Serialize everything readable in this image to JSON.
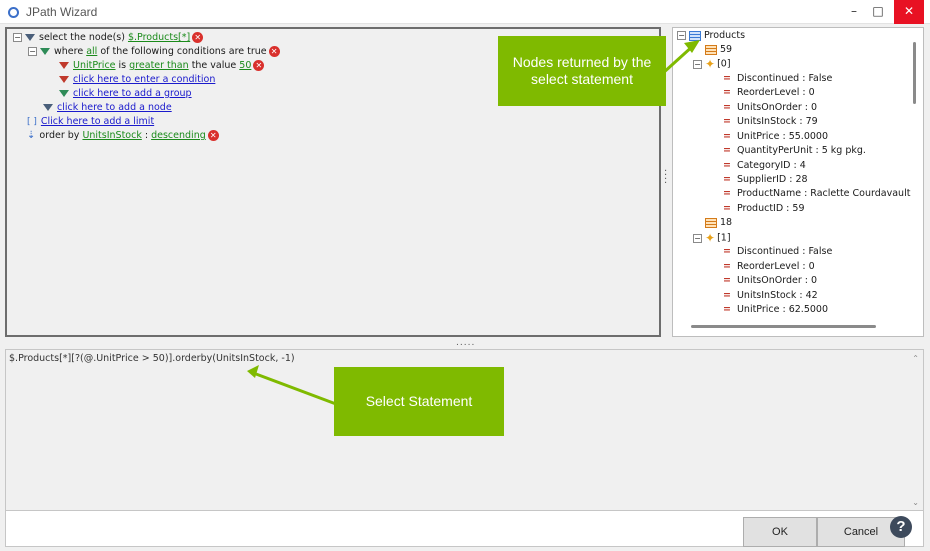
{
  "window": {
    "title": "JPath Wizard",
    "minimize_label": "–",
    "maximize_label": "□",
    "close_label": "✕"
  },
  "query_tree": {
    "select": {
      "prefix": "select the node(s)",
      "value": "$.Products[*]"
    },
    "where": {
      "prefix": "where",
      "quantifier": "all",
      "suffix": "of the following conditions are true"
    },
    "condition": {
      "field": "UnitPrice",
      "is": "is",
      "operator": "greater than",
      "the_value": "the value",
      "value": "50"
    },
    "add_condition": "click here to enter a condition",
    "add_group": "click here to add a group",
    "add_node": "click here to add a node",
    "add_limit": "Click here to add a limit",
    "order": {
      "prefix": "order by",
      "field": "UnitsInStock",
      "separator": ":",
      "direction": "descending"
    }
  },
  "results": {
    "root": "Products",
    "groups": [
      {
        "key": "59",
        "index": "[0]",
        "fields": [
          "Discontinued : False",
          "ReorderLevel : 0",
          "UnitsOnOrder : 0",
          "UnitsInStock : 79",
          "UnitPrice : 55.0000",
          "QuantityPerUnit : 5 kg pkg.",
          "CategoryID : 4",
          "SupplierID : 28",
          "ProductName : Raclette Courdavault",
          "ProductID : 59"
        ]
      },
      {
        "key": "18",
        "index": "[1]",
        "fields": [
          "Discontinued : False",
          "ReorderLevel : 0",
          "UnitsOnOrder : 0",
          "UnitsInStock : 42",
          "UnitPrice : 62.5000"
        ]
      }
    ]
  },
  "statement": {
    "text": "$.Products[*][?(@.UnitPrice > 50)].orderby(UnitsInStock, -1)"
  },
  "splitter_label": ".....",
  "buttons": {
    "ok": "OK",
    "cancel": "Cancel",
    "help": "?"
  },
  "callouts": {
    "nodes": "Nodes returned by the select statement",
    "statement": "Select Statement"
  },
  "colors": {
    "callout": "#7fba00",
    "link_green": "#1a8a1a",
    "link_blue": "#1a1acc",
    "close_button": "#e81123"
  }
}
